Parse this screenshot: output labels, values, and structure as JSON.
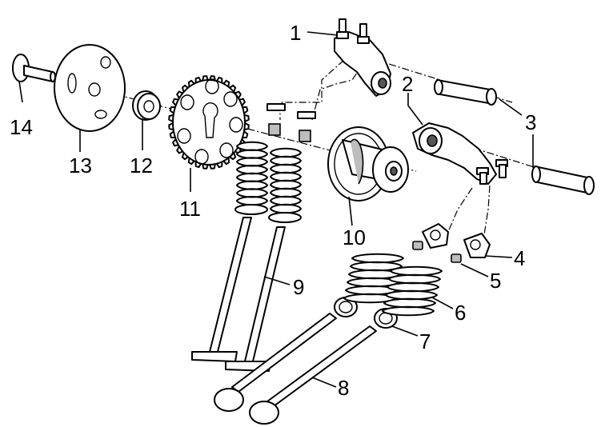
{
  "labels": {
    "p1": "1",
    "p2": "2",
    "p3": "3",
    "p4": "4",
    "p5": "5",
    "p6": "6",
    "p7": "7",
    "p8": "8",
    "p9": "9",
    "p10": "10",
    "p11": "11",
    "p12": "12",
    "p13": "13",
    "p14": "14"
  },
  "colors": {
    "line": "#000000",
    "shade": "#bdbdbd",
    "background": "#ffffff"
  }
}
